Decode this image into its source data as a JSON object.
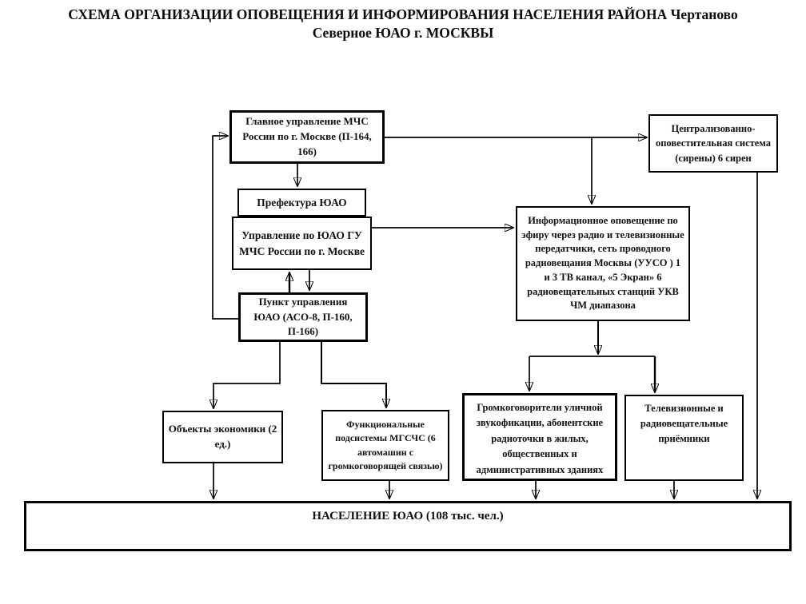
{
  "title": {
    "line1": "СХЕМА ОРГАНИЗАЦИИ ОПОВЕЩЕНИЯ  И ИНФОРМИРОВАНИЯ НАСЕЛЕНИЯ РАЙОНА Чертаново",
    "line2": "Северное  ЮАО г. МОСКВЫ"
  },
  "nodes": {
    "gu_mchs": {
      "label": "Главное управление МЧС России по г. Москве (П-164, 166)"
    },
    "siren_system": {
      "label": "Централизованно-оповестительная система (сирены) 6 сирен"
    },
    "prefektura": {
      "label": "Префектура ЮАО"
    },
    "upr_uao": {
      "label": "Управление по ЮАО ГУ МЧС России по г. Москве"
    },
    "info_opov": {
      "label": "Информационное оповещение по эфиру через радио и телевизионные передатчики, сеть проводного радиовещания Москвы (УУСО ) 1 и 3 ТВ канал, «5 Экран» 6 радиовещательных станций УКВ ЧМ диапазона"
    },
    "punkt_upr": {
      "label": "Пункт управления ЮАО (АСО-8, П-160, П-166)"
    },
    "obekty_ekon": {
      "label": "Объекты экономики (2 ед.)"
    },
    "funk_podsist": {
      "label": "Функциональные подсистемы МГСЧС (6 автомашин с громкоговорящей связью)"
    },
    "gromkogovoriteli": {
      "label": "Громкоговорители уличной звукофикации, абонентские радиоточки в жилых, общественных и административных зданиях"
    },
    "tv_radio": {
      "label": "Телевизионные и радиовещательные приёмники"
    },
    "naselenie": {
      "label": "НАСЕЛЕНИЕ ЮАО (108 тыс. чел.)"
    }
  },
  "colors": {
    "line": "#000000",
    "border": "#000000",
    "text": "#111111",
    "background": "#ffffff"
  }
}
